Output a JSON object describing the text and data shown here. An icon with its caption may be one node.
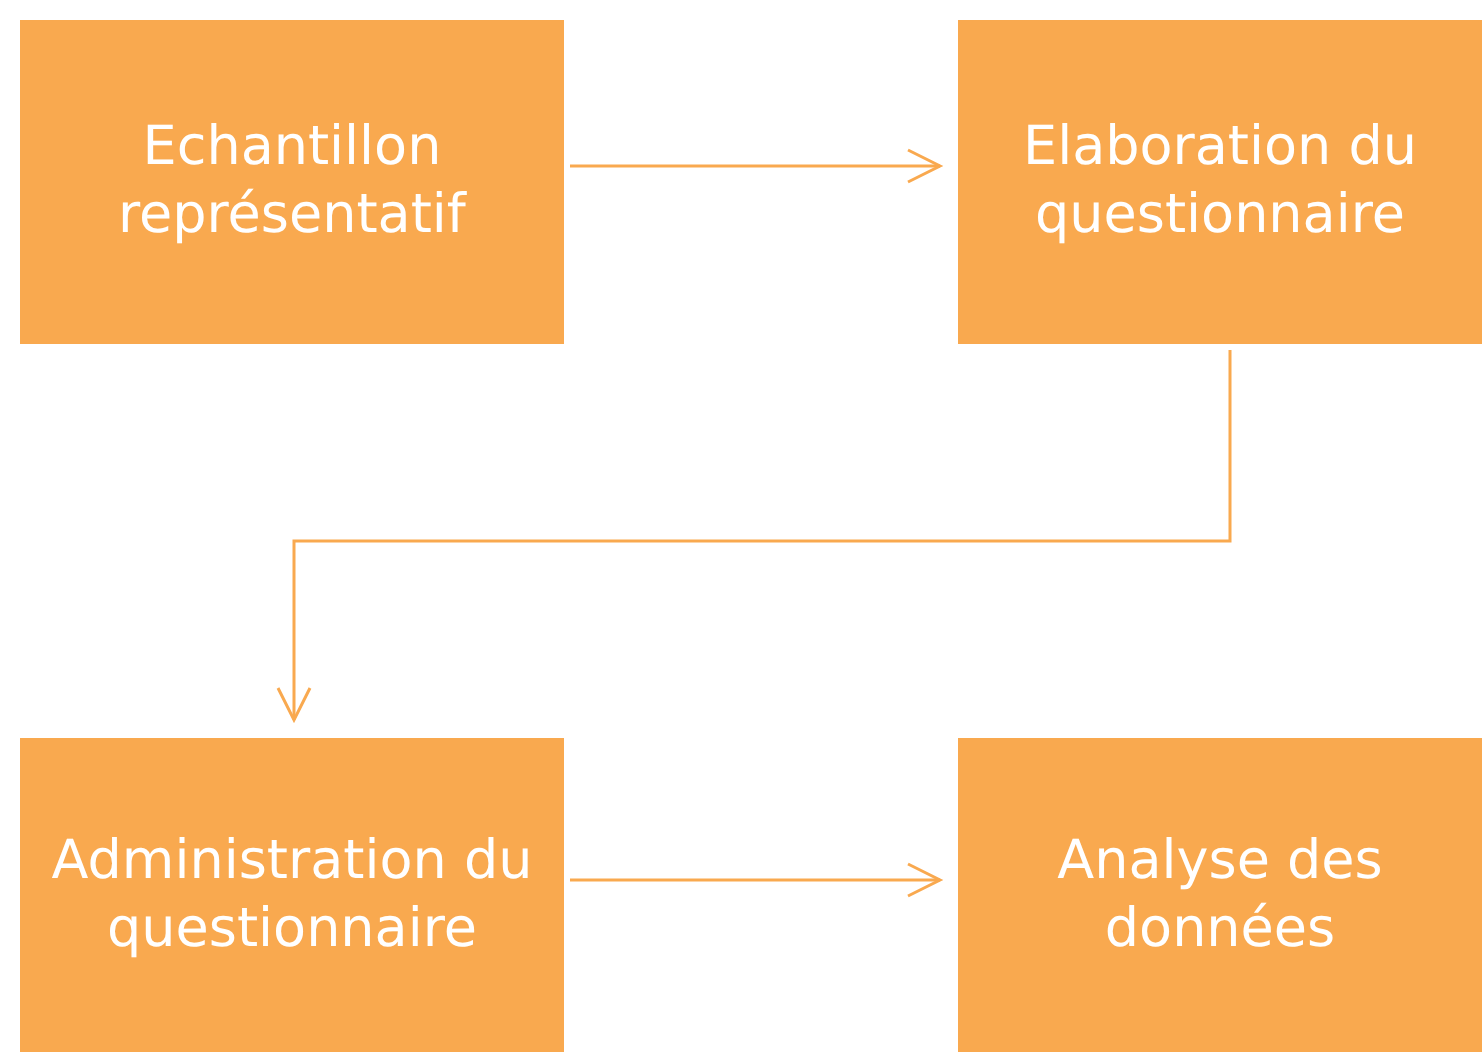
{
  "diagram": {
    "nodes": [
      {
        "text": [
          "Echantillon représentatif"
        ]
      },
      {
        "text": [
          "Elaboration du questionnaire"
        ]
      },
      {
        "text": [
          "Administration du questionnaire"
        ]
      },
      {
        "text": [
          "Analyse des données"
        ]
      }
    ],
    "edges": [
      {
        "from": 0,
        "to": 1,
        "arrow": "to"
      },
      {
        "from": 1,
        "to": 2,
        "arrow": "to"
      },
      {
        "from": 2,
        "to": 3,
        "arrow": "to"
      }
    ]
  }
}
